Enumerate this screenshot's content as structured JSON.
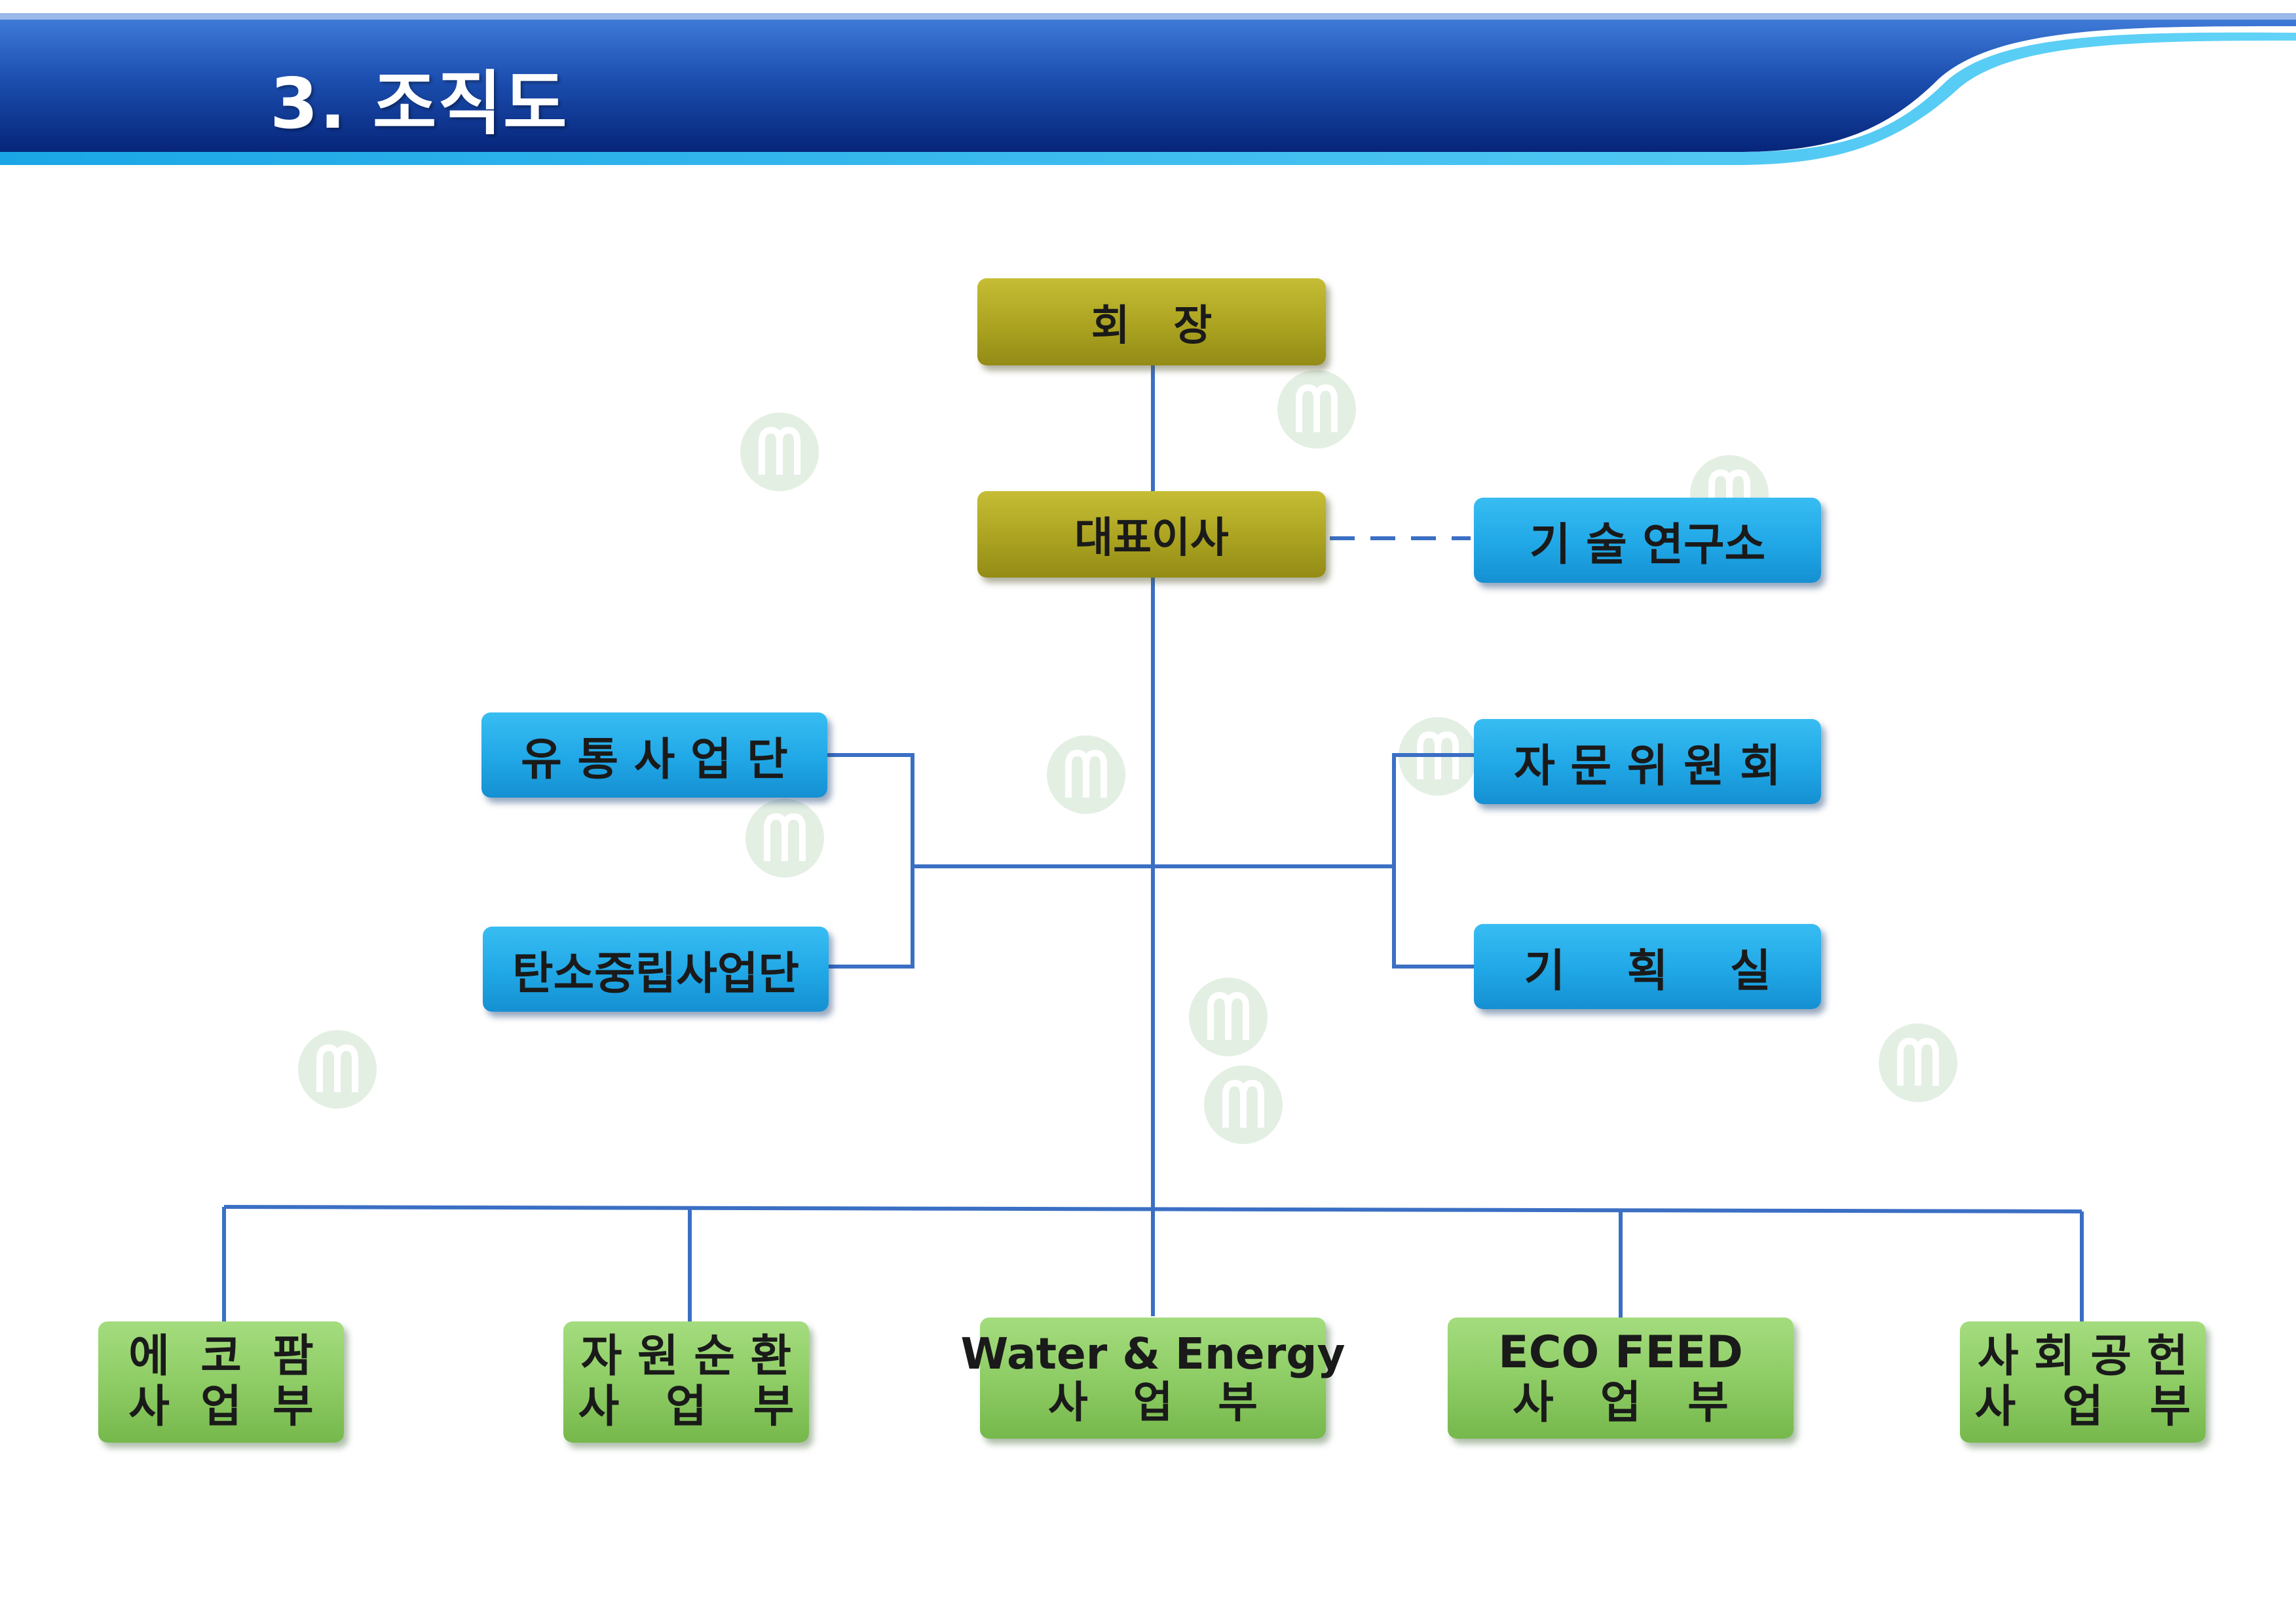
{
  "header": {
    "title": "3. 조직도"
  },
  "colors": {
    "banner_dark": "#0a2f88",
    "banner_light": "#2d7fe0",
    "accent_cyan": "#28b4ec",
    "olive": "#aba320",
    "blue": "#20a7e6",
    "green": "#8ccb63",
    "line": "#3b6fc4"
  },
  "icons": {
    "watermark": "company-logo-watermark-icon"
  },
  "org": {
    "chairman": "회   장",
    "ceo": "대표이사",
    "research_lab": "기 술 연구소",
    "distribution": "유 통 사 업 단",
    "carbon_neutral": "탄소중립사업단",
    "advisory": "자 문 위 원 회",
    "planning": "기    획    실",
    "divisions": [
      {
        "line1": "에  코  팜",
        "line2": "사  업  부"
      },
      {
        "line1": "자 원 순 환",
        "line2": "사   업   부"
      },
      {
        "line1": "Water & Energy",
        "line2": "사   업   부"
      },
      {
        "line1": "ECO FEED",
        "line2": "사   업   부"
      },
      {
        "line1": "사 회 공 헌",
        "line2": "사   업   부"
      }
    ]
  }
}
